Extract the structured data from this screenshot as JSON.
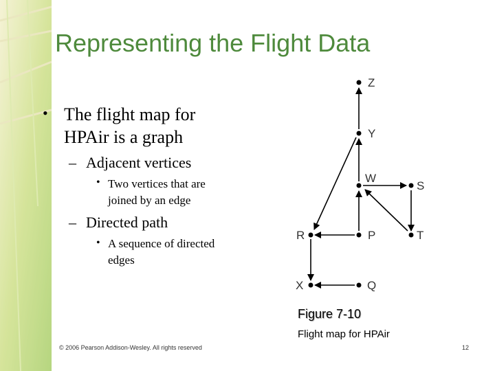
{
  "slide": {
    "title": "Representing the Flight Data",
    "bullets": {
      "l1_line1": "The flight map for",
      "l1_line2": "HPAir is a graph",
      "l2a": "Adjacent vertices",
      "l3a_line1": "Two vertices that are",
      "l3a_line2": "joined by an edge",
      "l2b": "Directed path",
      "l3b_line1": "A sequence of directed",
      "l3b_line2": "edges"
    },
    "markers": {
      "bullet": "•",
      "dash": "–"
    }
  },
  "figure": {
    "label": "Figure 7-10",
    "caption": "Flight map for HPAir",
    "vertices": {
      "Z": "Z",
      "Y": "Y",
      "W": "W",
      "S": "S",
      "R": "R",
      "P": "P",
      "T": "T",
      "X": "X",
      "Q": "Q"
    }
  },
  "footer": {
    "copyright": "© 2006 Pearson Addison-Wesley. All rights reserved",
    "page": "12"
  },
  "colors": {
    "title": "#4e8a3c",
    "decor": "#c8dc7a"
  }
}
